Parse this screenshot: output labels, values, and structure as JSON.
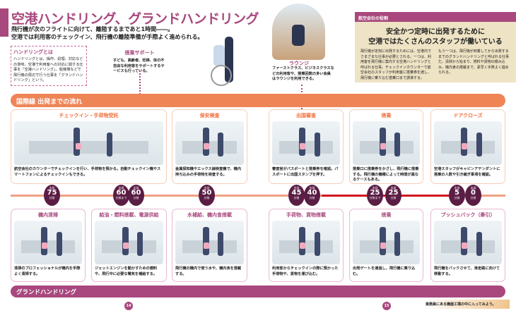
{
  "title": "空港ハンドリング、グランドハンドリング",
  "lead": [
    "飛行機が次のフライトに向けて、離陸するまであと1時間――。",
    "空港では利用客のチェックイン、飛行機の離陸準備が手際よく進められる。"
  ],
  "handling": {
    "title": "ハンドリングとは",
    "text": "ハンドリングとは、操作、処理、対応などの意味。空港で利用客への対応に関する仕事を「空港ハンドリング」、駐機場などで飛行機の周辺で行う仕事を「グランドハンドリング」という。"
  },
  "support": {
    "title": "搭乗サポート",
    "text": "子ども、高齢者、妊婦、体の不自由な利用客をサポートするサービスも行っている。"
  },
  "lounge": {
    "title": "ラウンジ",
    "text": "ファーストクラス、ビジネスクラスなどの利用客や、搭乗回数の多い会員はラウンジを利用できる。"
  },
  "role": {
    "header": "航空会社の役割",
    "headline": [
      "安全かつ定時に出発するために",
      "空港ではたくさんのスタッフが働いている"
    ],
    "col1": "飛行機が定刻に出発するためには、空港内でさまざまな仕事が必要とされる。一つは、利用客を飛行機に案内する空港ハンドリングと呼ばれる仕事。チェックインカウンターで航空会社のスタッフが利用客に搭乗券を渡し、飛行機に乗り込む搭乗口まで誘導する。",
    "col2": "もう一つは、飛行機が到着してから出発するまでのグランドハンドリングと呼ばれる仕事だ。清掃から始まり、燃料や貨物の積み込み、機内食の搭載まで、素早く手際よく進められる。"
  },
  "band_top": "国際線 出発までの流れ",
  "band_bottom": "グランドハンドリング",
  "top_cards": [
    {
      "title": "チェックイン・手荷物受託",
      "text": "航空会社のカウンターでチェックインを行い、手荷物を預かる。自動チェックイン機やスマートフォンによるチェックインもできる。"
    },
    {
      "title": "保安検査",
      "text": "金属探知機やエックス線検査機で、機内持ち込みの手荷物を検査する。"
    },
    {
      "title": "出国審査",
      "text": "審査官がパスポートと搭乗券を確認。パスポートに出国スタンプを押す。"
    },
    {
      "title": "搭乗",
      "text": "搭乗口に搭乗券をかざし、飛行機に搭乗する。飛行機の機種によって時間が異なるケースもある。"
    },
    {
      "title": "ドアクローズ",
      "text": "空港スタッフがキャビンアテンダントに搭乗の人数や引き継ぎ事項を確認。"
    }
  ],
  "bottom_cards": [
    {
      "title": "機内清掃",
      "text": "清掃のプロフェッショナルが機内を手際よく清掃する。"
    },
    {
      "title": "給油・燃料搭載、電源供給",
      "text": "ジェットエンジンを動かすための燃料や、飛行中に必要な電気を補給する。"
    },
    {
      "title": "水補給、機内食搭載",
      "text": "飛行機の機内で使う水や、機内食を搭載する。"
    },
    {
      "title": "手荷物、貨物搭載",
      "text": "利用客からチェックインの際に預かった手荷物や、貨物を運び込む。"
    },
    {
      "title": "搭乗",
      "text": "出発ゲートを通過し、飛行機に乗り込む。"
    },
    {
      "title": "プッシュバック（牽引）",
      "text": "飛行機をバックさせて、滑走路に向けて移動する。"
    }
  ],
  "markers": [
    {
      "top": "出発",
      "min": "75",
      "bot": "分前"
    },
    {
      "top": "出発",
      "min": "60",
      "bot": "分前まで"
    },
    {
      "top": "出発",
      "min": "60",
      "bot": "分前"
    },
    {
      "top": "出発",
      "min": "50",
      "bot": "分前"
    },
    {
      "top": "出発",
      "min": "45",
      "bot": "分前"
    },
    {
      "top": "出発",
      "min": "40",
      "bot": "分前"
    },
    {
      "top": "出発",
      "min": "25",
      "bot": "分前まで"
    },
    {
      "top": "出発",
      "min": "25",
      "bot": "分前"
    },
    {
      "top": "出発",
      "min": "5",
      "bot": "分前"
    },
    {
      "top": "出発",
      "min": "0",
      "bot": "分前"
    }
  ],
  "pages": [
    "14",
    "15"
  ],
  "footer": "乗務員にある機器工場の中に入ってみよう。"
}
